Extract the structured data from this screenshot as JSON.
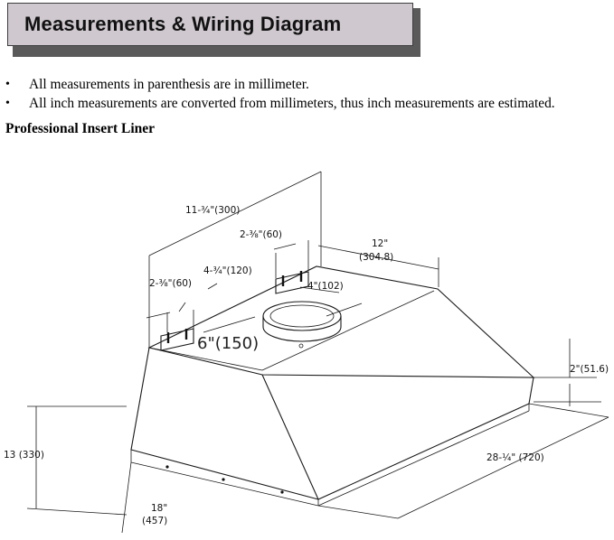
{
  "header": {
    "title": "Measurements & Wiring Diagram"
  },
  "notes": [
    "All measurements in parenthesis are in millimeter.",
    "All inch measurements are converted from millimeters, thus inch measurements are estimated."
  ],
  "bullet_char": "•",
  "section_title": "Professional Insert Liner",
  "dimensions": {
    "top_depth": "11-¾\"(300)",
    "right_bracket": "2-⅜\"(60)",
    "left_bracket": "2-⅜\"(60)",
    "offset": "4-¾\"(120)",
    "back_width_in": "12\"",
    "back_width_mm": "(304.8)",
    "duct_offset": "4\"(102)",
    "duct": "6\"(150)",
    "side_height": "2\"(51.6)",
    "height": "13 (330)",
    "width": "28-¼\" (720)",
    "depth_in": "18\"",
    "depth_mm": "(457)"
  }
}
